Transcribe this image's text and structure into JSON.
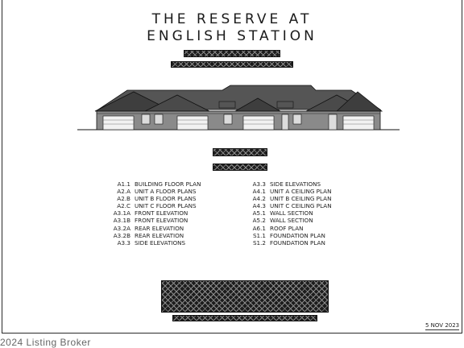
{
  "title": {
    "line1": "THE RESERVE AT",
    "line2": "ENGLISH STATION"
  },
  "sheet_index_left": [
    {
      "code": "A1.1",
      "name": "BUILDING FLOOR PLAN"
    },
    {
      "code": "A2.A",
      "name": "UNIT A FLOOR PLANS"
    },
    {
      "code": "A2.B",
      "name": "UNIT B FLOOR PLANS"
    },
    {
      "code": "A2.C",
      "name": "UNIT C FLOOR PLANS"
    },
    {
      "code": "A3.1A",
      "name": "FRONT ELEVATION"
    },
    {
      "code": "A3.1B",
      "name": "FRONT ELEVATION"
    },
    {
      "code": "A3.2A",
      "name": "REAR ELEVATION"
    },
    {
      "code": "A3.2B",
      "name": "REAR ELEVATION"
    },
    {
      "code": "A3.3",
      "name": "SIDE ELEVATIONS"
    }
  ],
  "sheet_index_right": [
    {
      "code": "A3.3",
      "name": "SIDE ELEVATIONS"
    },
    {
      "code": "A4.1",
      "name": "UNIT A CEILING PLAN"
    },
    {
      "code": "A4.2",
      "name": "UNIT B CEILING PLAN"
    },
    {
      "code": "A4.3",
      "name": "UNIT C CEILING PLAN"
    },
    {
      "code": "A5.1",
      "name": "WALL SECTION"
    },
    {
      "code": "A5.2",
      "name": "WALL SECTION"
    },
    {
      "code": "A6.1",
      "name": "ROOF PLAN"
    },
    {
      "code": "S1.1",
      "name": "FOUNDATION PLAN"
    },
    {
      "code": "S1.2",
      "name": "FOUNDATION PLAN"
    }
  ],
  "date": "5 NOV 2023",
  "watermark": "2024 Listing Broker",
  "colors": {
    "line": "#111111",
    "roof": "#4a4a4a",
    "brick": "#7a7a7a",
    "watermark": "#666666"
  }
}
